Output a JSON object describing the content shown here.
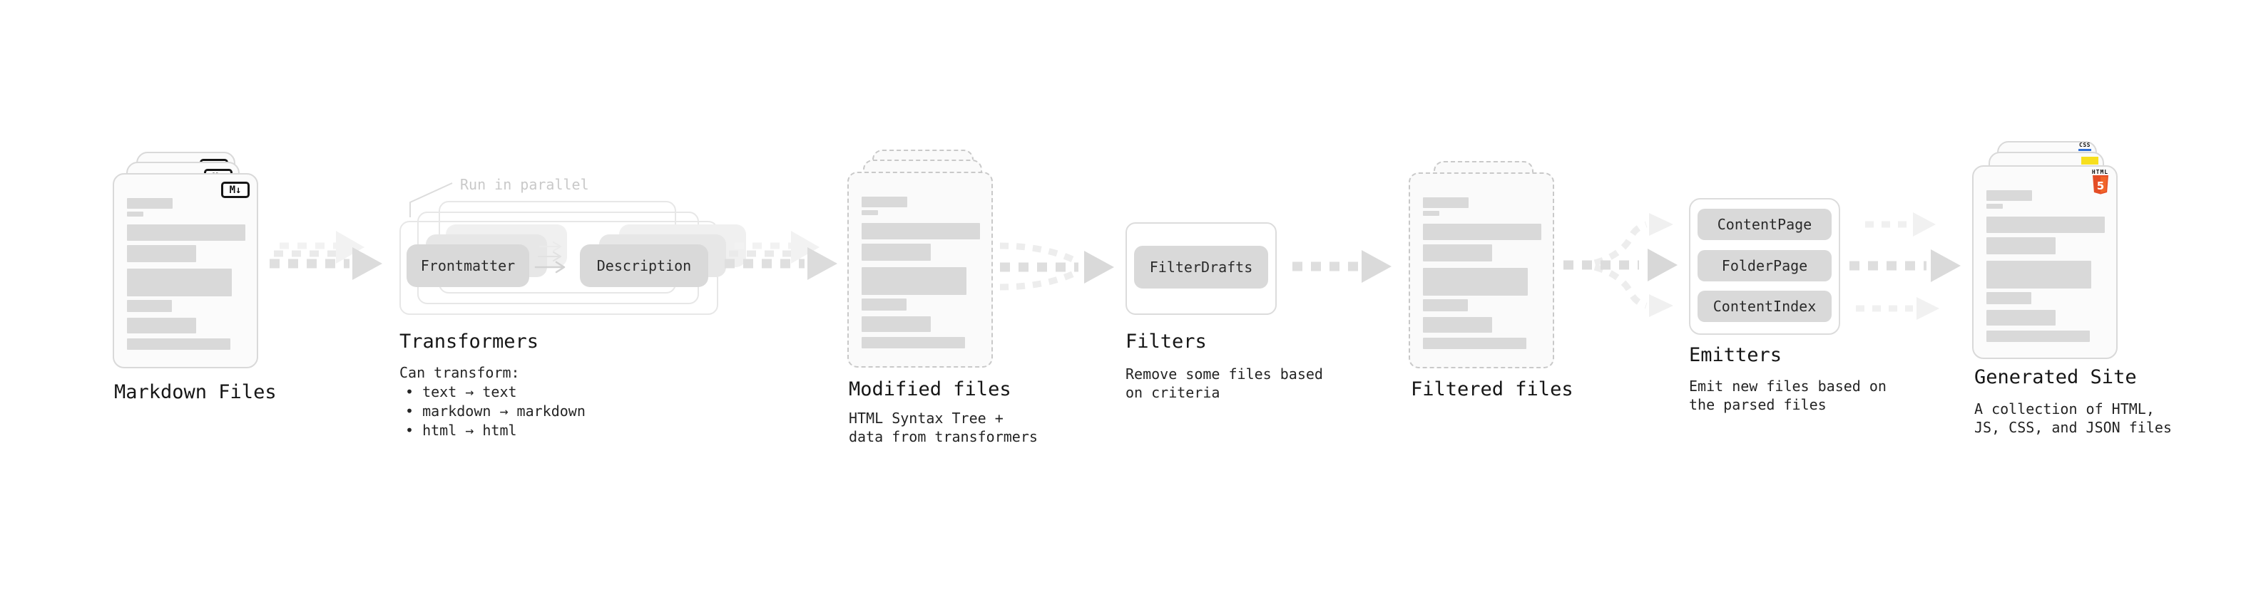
{
  "pipeline": {
    "markdown_files": {
      "label": "Markdown Files",
      "file_badge": "M↓"
    },
    "transformers": {
      "note": "Run in parallel",
      "source_pill": "Frontmatter",
      "result_pill": "Description",
      "label": "Transformers",
      "caption_title": "Can transform:",
      "bullets": [
        "• text → text",
        "• markdown → markdown",
        "• html → html"
      ]
    },
    "modified_files": {
      "label": "Modified files",
      "caption_lines": [
        "HTML Syntax Tree +",
        "data from transformers"
      ]
    },
    "filters": {
      "pill": "FilterDrafts",
      "label": "Filters",
      "caption_lines": [
        "Remove some files based",
        "on criteria"
      ]
    },
    "filtered_files": {
      "label": "Filtered files"
    },
    "emitters": {
      "pills": [
        "ContentPage",
        "FolderPage",
        "ContentIndex"
      ],
      "label": "Emitters",
      "caption_lines": [
        "Emit new files based on",
        "the parsed files"
      ]
    },
    "generated_site": {
      "label": "Generated Site",
      "caption_lines": [
        "A collection of HTML,",
        "JS, CSS, and JSON files"
      ],
      "css_badge": "CSS",
      "html_badge_label": "HTML",
      "html_badge_number": "5"
    }
  },
  "colors": {
    "ink": "#161616",
    "muted_note": "#c9c9c9",
    "doc_border": "#d9d9d9",
    "placeholder_bar": "#d9d9d9",
    "arrow_gray": "#dcdcdc",
    "arrow_light": "#f0f0f0",
    "html5_orange": "#e44d26",
    "html5_orange_light": "#f16529",
    "js_yellow": "#f7df1e",
    "css_blue": "#2e6fd8"
  }
}
